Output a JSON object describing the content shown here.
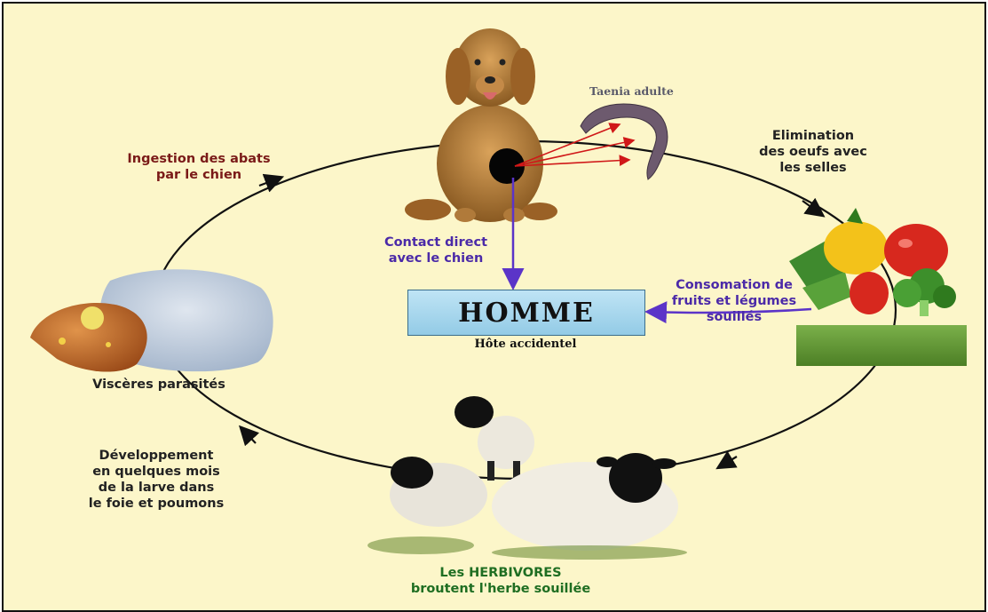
{
  "labels": {
    "ingestion": [
      "Ingestion des abats",
      "par le chien"
    ],
    "elimination": [
      "Elimination",
      "des oeufs avec",
      "les selles"
    ],
    "taenia": "Taenia adulte",
    "contact": [
      "Contact direct",
      "avec le chien"
    ],
    "consommation": [
      "Consomation de",
      "fruits et légumes",
      "souillés"
    ],
    "homme": "HOMME",
    "hote": "Hôte accidentel",
    "visceres": "Viscères parasités",
    "developpement": [
      "Développement",
      "en quelques mois",
      "de la larve dans",
      "le foie et poumons"
    ],
    "herbivores": [
      "Les HERBIVORES",
      "broutent l'herbe souillée"
    ]
  },
  "colors": {
    "background": "#fcf6c9",
    "cycle_line": "#111111",
    "human_arrows": "#5b34c8",
    "taenia_arrows": "#d01818",
    "label_maroon": "#7a1a18",
    "label_purple": "#4b2aa8",
    "label_green": "#1f6e22",
    "homme_box": "#a9d8ee"
  }
}
